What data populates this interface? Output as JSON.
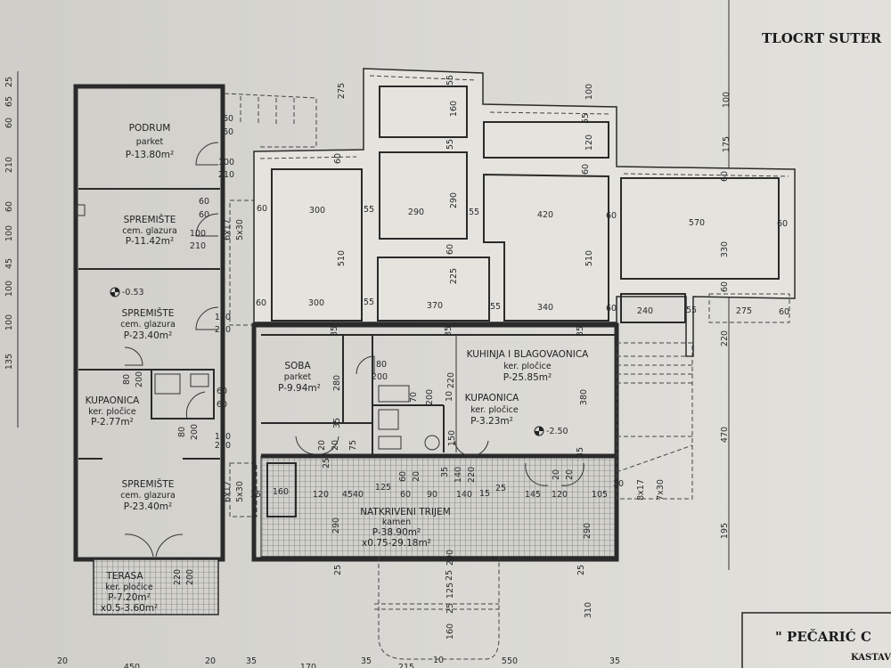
{
  "title": "TLOCRT SUTER",
  "title_block": {
    "name": "\" PEČARIĆ C",
    "place": "KASTAV"
  },
  "rooms": {
    "podrum": {
      "name": "PODRUM",
      "finish": "parket",
      "area": "P-13.80m²"
    },
    "spremiste1": {
      "name": "SPREMIŠTE",
      "finish": "cem. glazura",
      "area": "P-11.42m²"
    },
    "spremiste2": {
      "name": "SPREMIŠTE",
      "finish": "cem. glazura",
      "area": "P-23.40m²"
    },
    "kupaonica1": {
      "name": "KUPAONICA",
      "finish": "ker. pločice",
      "area": "P-2.77m²"
    },
    "spremiste3": {
      "name": "SPREMIŠTE",
      "finish": "cem. glazura",
      "area": "P-23.40m²"
    },
    "terasa": {
      "name": "TERASA",
      "finish": "ker. pločice",
      "area": "P-7.20m²",
      "reduced": "x0.5-3.60m²"
    },
    "soba": {
      "name": "SOBA",
      "finish": "parket",
      "area": "P-9.94m²"
    },
    "kuhinja": {
      "name": "KUHINJA I BLAGOVAONICA",
      "finish": "ker. pločice",
      "area": "P-25.85m²"
    },
    "kupaonica2": {
      "name": "KUPAONICA",
      "finish": "ker. pločice",
      "area": "P-3.23m²"
    },
    "trijem": {
      "name": "NATKRIVENI TRIJEM",
      "finish": "kamen",
      "area": "P-38.90m²",
      "reduced": "x0.75-29.18m²"
    }
  },
  "elevations": [
    "-0.53",
    "-2.50"
  ],
  "dimensions": [
    "60",
    "60",
    "100",
    "210",
    "60",
    "60",
    "100",
    "210",
    "100",
    "210",
    "60",
    "60",
    "100",
    "210",
    "80",
    "200",
    "80",
    "200",
    "220",
    "200",
    "6x17",
    "5x30",
    "6x17",
    "5x30",
    "275",
    "60",
    "55",
    "160",
    "55",
    "290",
    "60",
    "225",
    "510",
    "100",
    "55",
    "120",
    "60",
    "510",
    "100",
    "175",
    "60",
    "330",
    "60",
    "220",
    "470",
    "195",
    "60",
    "300",
    "55",
    "290",
    "55",
    "420",
    "60",
    "570",
    "60",
    "60",
    "300",
    "55",
    "370",
    "55",
    "340",
    "60",
    "240",
    "55",
    "275",
    "60",
    "35",
    "35",
    "35",
    "80",
    "200",
    "280",
    "220",
    "380",
    "70",
    "200",
    "10",
    "150",
    "35",
    "20",
    "20",
    "25",
    "75",
    "60",
    "20",
    "35",
    "140",
    "220",
    "35",
    "20",
    "20",
    "35",
    "160",
    "120",
    "4540",
    "125",
    "60",
    "90",
    "140",
    "15",
    "25",
    "145",
    "120",
    "105",
    "290",
    "290",
    "290",
    "25",
    "25",
    "25",
    "125",
    "25",
    "160",
    "310",
    "10",
    "8x17",
    "7x30",
    "30",
    "20",
    "450",
    "20",
    "35",
    "170",
    "35",
    "215",
    "550",
    "35",
    "25",
    "65",
    "60",
    "210",
    "60",
    "100",
    "45",
    "100",
    "100",
    "135"
  ],
  "colors": {
    "paper": "#d6d5d0",
    "ink": "#2a2a2a"
  }
}
